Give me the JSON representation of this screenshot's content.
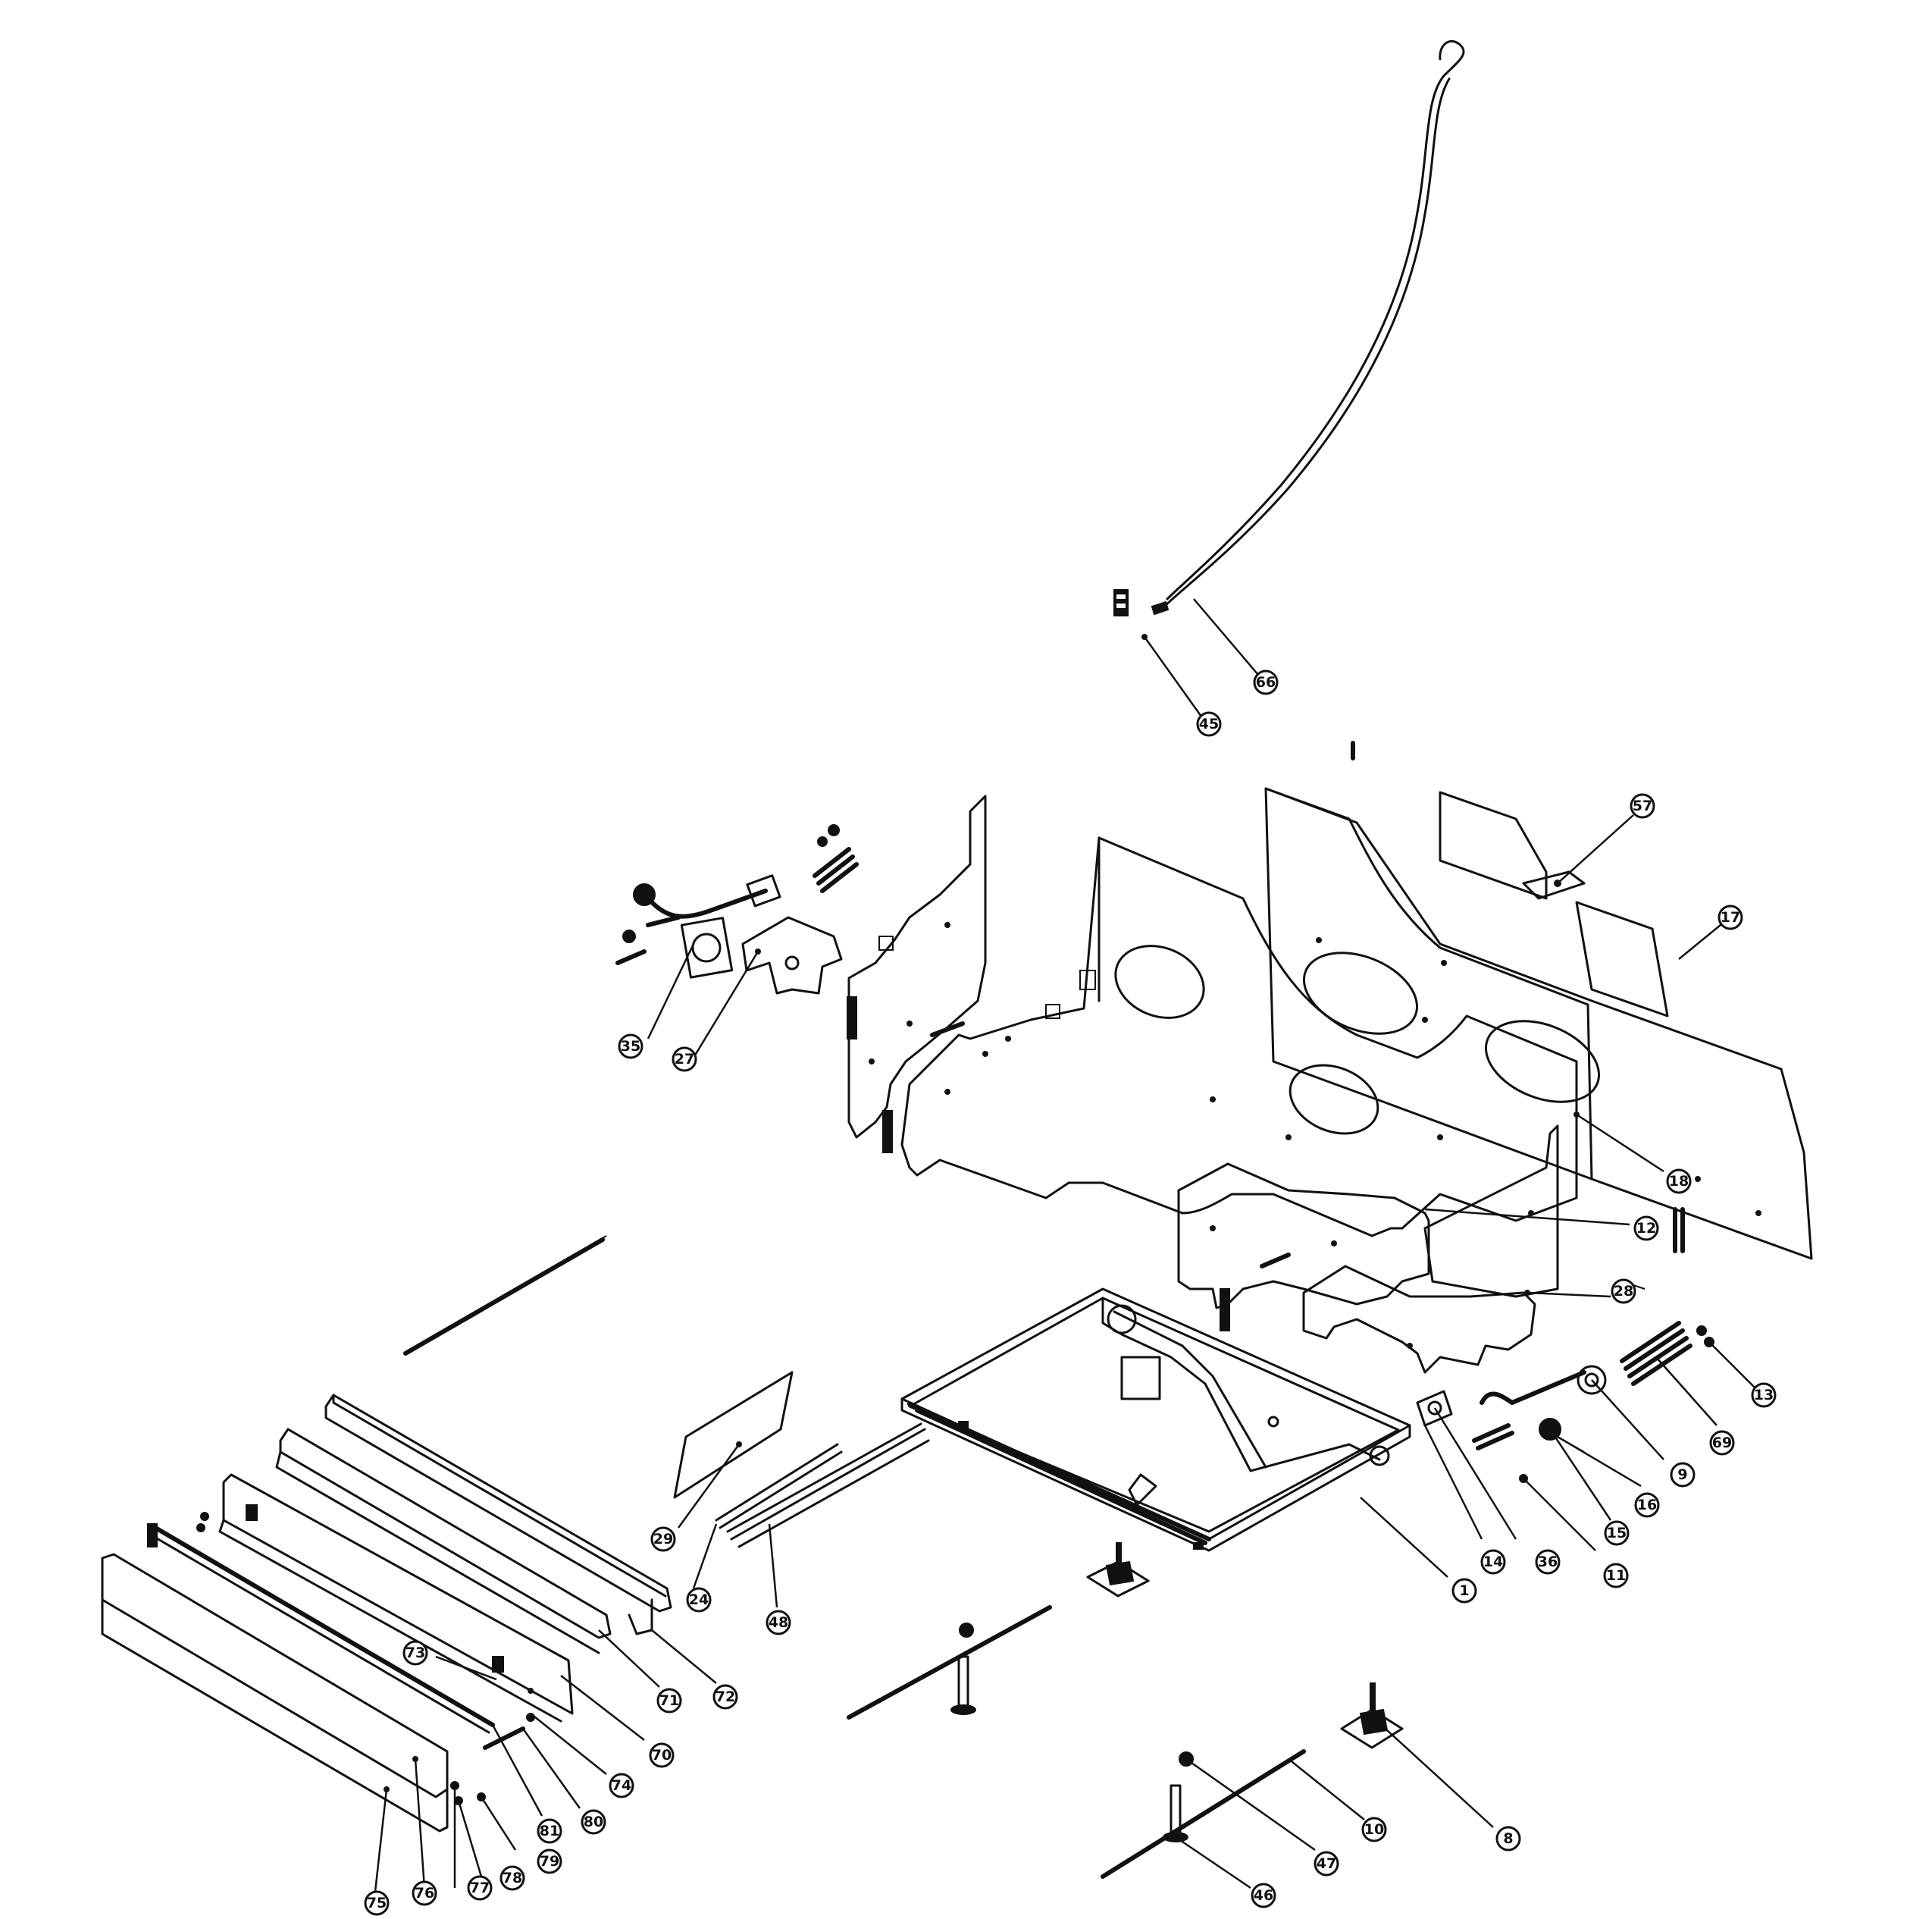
{
  "callouts": [
    {
      "id": "c66",
      "label": "66"
    },
    {
      "id": "c45",
      "label": "45"
    },
    {
      "id": "c57",
      "label": "57"
    },
    {
      "id": "c17",
      "label": "17"
    },
    {
      "id": "c18",
      "label": "18"
    },
    {
      "id": "c35",
      "label": "35"
    },
    {
      "id": "c27",
      "label": "27"
    },
    {
      "id": "c12",
      "label": "12"
    },
    {
      "id": "c28",
      "label": "28"
    },
    {
      "id": "c13",
      "label": "13"
    },
    {
      "id": "c69",
      "label": "69"
    },
    {
      "id": "c9",
      "label": "9"
    },
    {
      "id": "c16",
      "label": "16"
    },
    {
      "id": "c15",
      "label": "15"
    },
    {
      "id": "c11",
      "label": "11"
    },
    {
      "id": "c36",
      "label": "36"
    },
    {
      "id": "c14",
      "label": "14"
    },
    {
      "id": "c1",
      "label": "1"
    },
    {
      "id": "c29",
      "label": "29"
    },
    {
      "id": "c24",
      "label": "24"
    },
    {
      "id": "c48",
      "label": "48"
    },
    {
      "id": "c73",
      "label": "73"
    },
    {
      "id": "c71",
      "label": "71"
    },
    {
      "id": "c72",
      "label": "72"
    },
    {
      "id": "c70",
      "label": "70"
    },
    {
      "id": "c74",
      "label": "74"
    },
    {
      "id": "c80",
      "label": "80"
    },
    {
      "id": "c81",
      "label": "81"
    },
    {
      "id": "c79",
      "label": "79"
    },
    {
      "id": "c78",
      "label": "78"
    },
    {
      "id": "c77",
      "label": "77"
    },
    {
      "id": "c76",
      "label": "76"
    },
    {
      "id": "c75",
      "label": "75"
    },
    {
      "id": "c10",
      "label": "10"
    },
    {
      "id": "c8",
      "label": "8"
    },
    {
      "id": "c47",
      "label": "47"
    },
    {
      "id": "c46",
      "label": "46"
    }
  ]
}
